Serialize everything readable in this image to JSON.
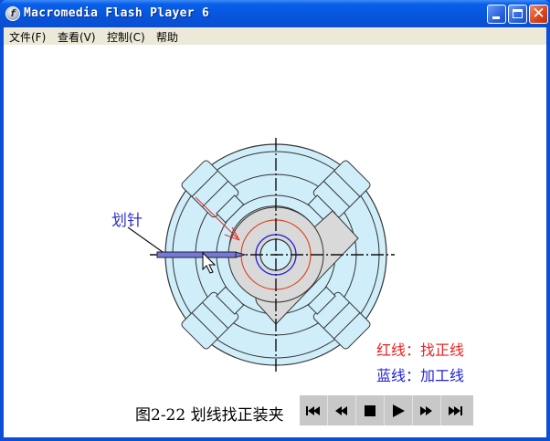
{
  "window": {
    "title": "Macromedia Flash Player 6",
    "buttons": {
      "minimize": "minimize",
      "maximize": "maximize",
      "close": "close"
    }
  },
  "menubar": {
    "items": [
      {
        "label": "文件(F)"
      },
      {
        "label": "查看(V)"
      },
      {
        "label": "控制(C)"
      },
      {
        "label": "帮助"
      }
    ]
  },
  "diagram": {
    "pointer_label": "划针",
    "legend": {
      "red": "红线：找正线",
      "blue": "蓝线：加工线"
    },
    "caption": "图2-22 划线找正装夹",
    "colors": {
      "chuck_fill": "#cfeefa",
      "workpiece_fill": "#d9d9d9",
      "red_line": "#dd4422",
      "blue_line": "#2222dd",
      "scriber": "#7777dd"
    }
  },
  "controls": {
    "buttons": [
      {
        "name": "rewind-to-start",
        "icon": "skip-back-icon"
      },
      {
        "name": "step-back",
        "icon": "rewind-icon"
      },
      {
        "name": "stop",
        "icon": "stop-icon"
      },
      {
        "name": "play",
        "icon": "play-icon"
      },
      {
        "name": "step-forward",
        "icon": "fast-forward-icon"
      },
      {
        "name": "go-to-end",
        "icon": "skip-forward-icon"
      }
    ]
  }
}
